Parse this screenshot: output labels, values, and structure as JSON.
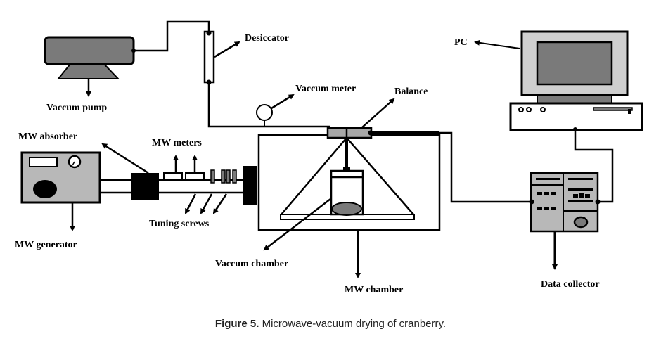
{
  "diagram": {
    "labels": {
      "vacuum_pump": "Vaccum pump",
      "desiccator": "Desiccator",
      "vacuum_meter": "Vaccum meter",
      "balance": "Balance",
      "pc": "PC",
      "mw_absorber": "MW absorber",
      "mw_meters": "MW meters",
      "mw_generator": "MW generator",
      "tuning_screws": "Tuning screws",
      "vacuum_chamber": "Vaccum chamber",
      "mw_chamber": "MW chamber",
      "data_collector": "Data collector"
    },
    "colors": {
      "line": "#000000",
      "device_gray": "#7a7a7a",
      "light_gray": "#b8b8b8",
      "monitor_bezel": "#cfcfcf",
      "screen": "#7a7a7a",
      "balance": "#a6a6a6"
    }
  },
  "caption": {
    "prefix": "Figure 5.",
    "text": " Microwave-vacuum drying of cranberry."
  }
}
